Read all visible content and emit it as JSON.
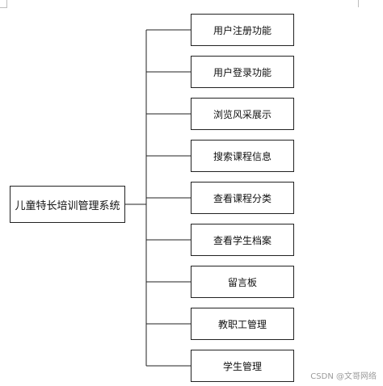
{
  "root": {
    "label": "儿童特长培训管理系统"
  },
  "children": [
    {
      "label": "用户注册功能"
    },
    {
      "label": "用户登录功能"
    },
    {
      "label": "浏览风采展示"
    },
    {
      "label": "搜索课程信息"
    },
    {
      "label": "查看课程分类"
    },
    {
      "label": "查看学生档案"
    },
    {
      "label": "留言板"
    },
    {
      "label": "教职工管理"
    },
    {
      "label": "学生管理"
    }
  ],
  "watermark": "CSDN @文哥网络",
  "colors": {
    "line": "#222222",
    "border": "#222222",
    "watermark": "#9a9a9a"
  }
}
